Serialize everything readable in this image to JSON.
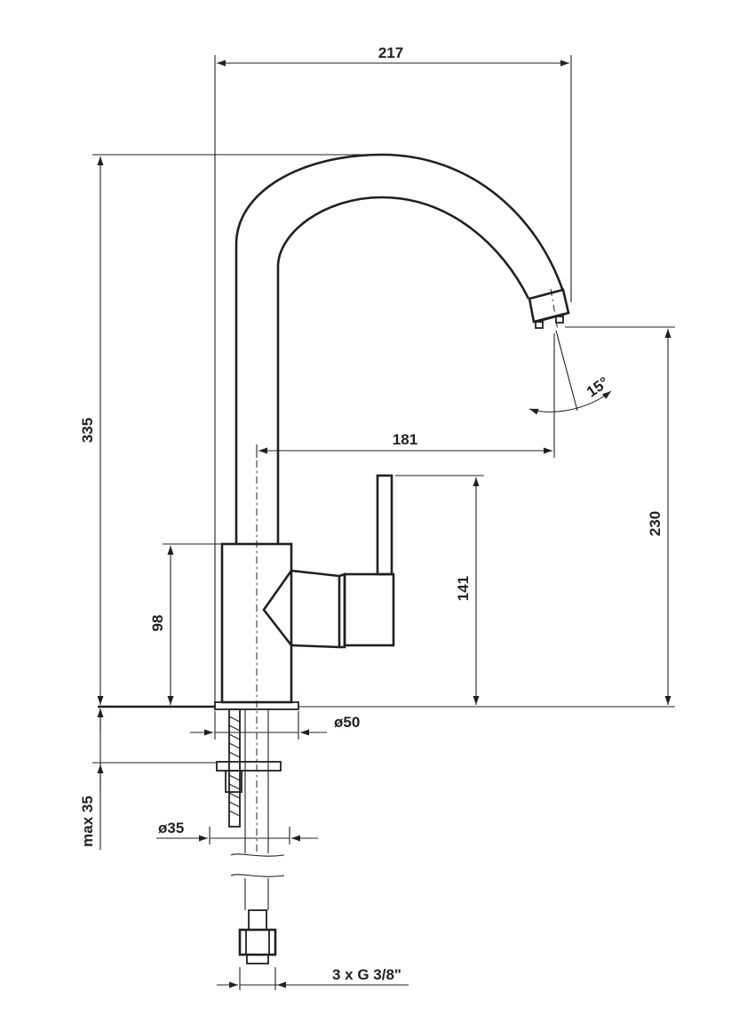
{
  "drawing": {
    "labels": {
      "width_total": "217",
      "height_total": "335",
      "spout_reach": "181",
      "angle": "15°",
      "spout_height": "230",
      "lever_height": "141",
      "body_height": "98",
      "base_diameter": "ø50",
      "max_thickness": "max 35",
      "hole_diameter": "ø35",
      "connection": "3 x G 3/8\""
    }
  }
}
